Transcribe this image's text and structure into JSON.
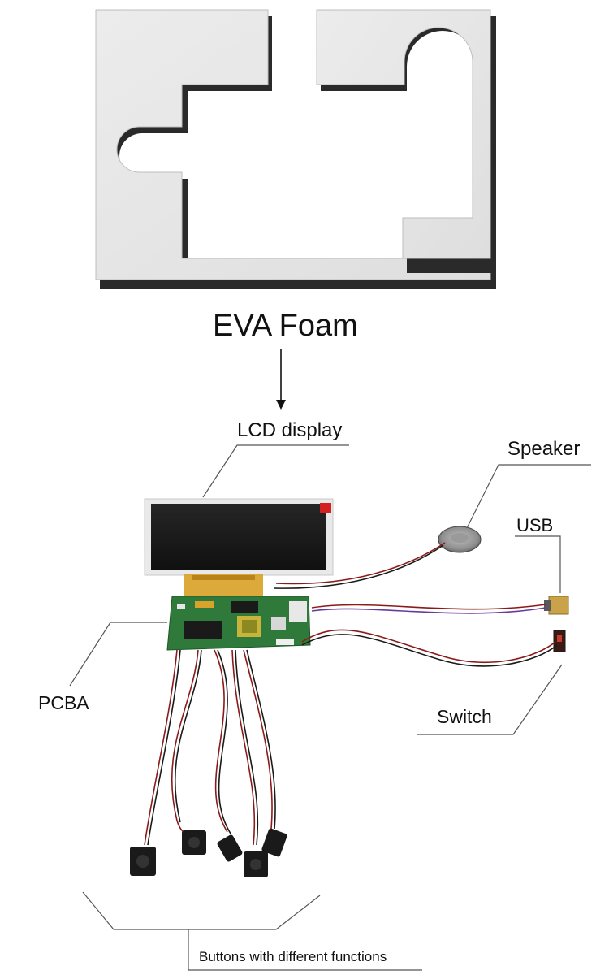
{
  "labels": {
    "title": "EVA Foam",
    "lcd_display": "LCD display",
    "speaker": "Speaker",
    "usb": "USB",
    "pcba": "PCBA",
    "switch": "Switch",
    "buttons": "Buttons with different functions"
  },
  "colors": {
    "foam_face": "#e7e7e7",
    "foam_edge": "#2a2a2a",
    "lcd_screen": "#1c1c1c",
    "lcd_frame": "#e9e9e9",
    "pcb_green": "#2f7a3a",
    "flex_cable": "#d9a22a",
    "usb_gold": "#caa24a",
    "wire_red": "#8b1a1a",
    "wire_black": "#1a1a1a",
    "leader_line": "#555555"
  },
  "icons": {
    "speaker": "speaker-icon",
    "usb": "usb-connector-icon",
    "switch": "switch-icon",
    "buttons": "push-button-icon"
  }
}
